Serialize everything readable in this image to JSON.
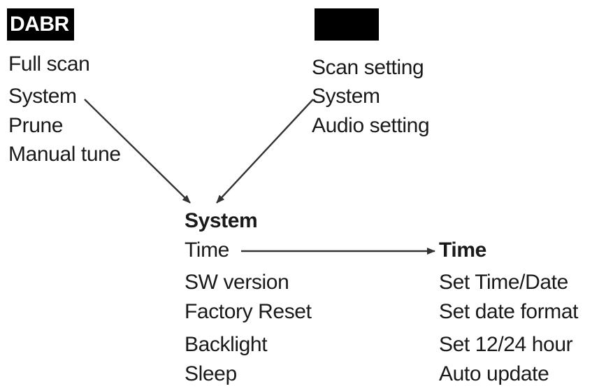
{
  "left_menu": {
    "badge": "DABR",
    "items": [
      "Full scan",
      "System",
      "Prune",
      "Manual tune"
    ]
  },
  "right_menu": {
    "badge": "",
    "items": [
      "Scan setting",
      "System",
      "Audio setting"
    ]
  },
  "system_menu": {
    "title": "System",
    "items": [
      "Time",
      "SW version",
      "Factory Reset",
      "Backlight",
      "Sleep"
    ]
  },
  "time_menu": {
    "title": "Time",
    "items": [
      "Set Time/Date",
      "Set date format",
      "Set 12/24 hour",
      "Auto update"
    ]
  },
  "colors": {
    "text": "#1a1a1a",
    "badge_background": "#000000",
    "badge_text": "#ffffff",
    "arrow": "#333333"
  }
}
